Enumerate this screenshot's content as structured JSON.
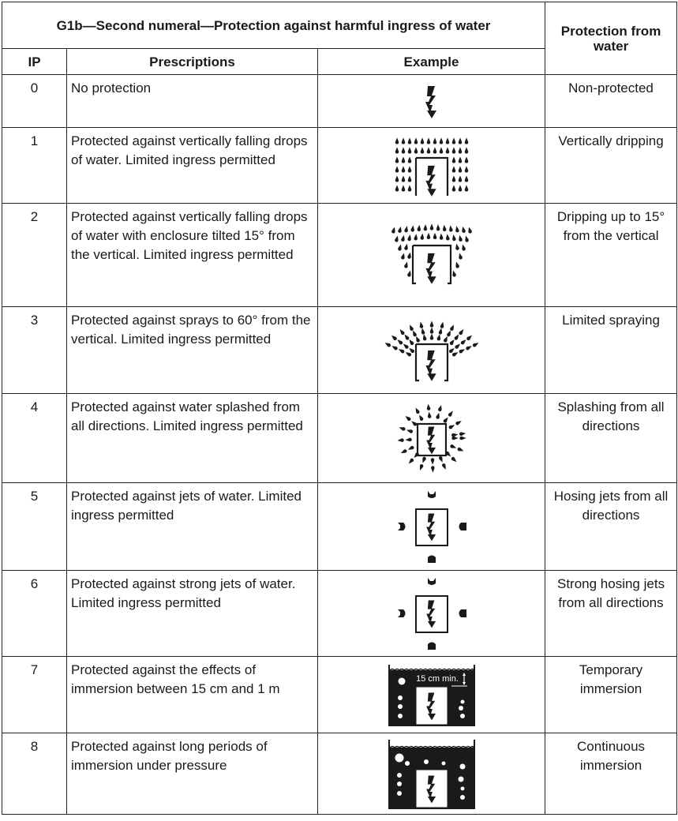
{
  "table": {
    "title": "G1b—Second numeral—Protection against harmful ingress of water",
    "col_ip": "IP",
    "col_prescriptions": "Prescriptions",
    "col_example": "Example",
    "col_protection": "Protection from water",
    "rows": [
      {
        "ip": "0",
        "prescription": "No protection",
        "protection": "Non-protected",
        "icon": "lightning-symbol-icon"
      },
      {
        "ip": "1",
        "prescription": "Protected against vertically falling drops of water. Limited ingress permitted",
        "protection": "Vertically dripping",
        "icon": "vertical-drops-icon"
      },
      {
        "ip": "2",
        "prescription": "Protected against vertically falling drops of water with enclosure tilted 15° from the vertical. Limited ingress permitted",
        "protection": "Dripping up to 15° from the vertical",
        "icon": "tilted-drops-icon"
      },
      {
        "ip": "3",
        "prescription": "Protected against sprays to 60° from the vertical. Limited ingress permitted",
        "protection": "Limited spraying",
        "icon": "spray-icon"
      },
      {
        "ip": "4",
        "prescription": "Protected against water splashed from all directions. Limited ingress permitted",
        "protection": "Splashing from all directions",
        "icon": "splash-icon"
      },
      {
        "ip": "5",
        "prescription": "Protected against jets of water. Limited ingress permitted",
        "protection": "Hosing jets from all directions",
        "icon": "jets-icon"
      },
      {
        "ip": "6",
        "prescription": "Protected against strong jets of water. Limited ingress permitted",
        "protection": "Strong hosing jets from all directions",
        "icon": "strong-jets-icon"
      },
      {
        "ip": "7",
        "prescription": "Protected against the effects of immersion between 15 cm and 1 m",
        "protection": "Temporary immersion",
        "icon": "temporary-immersion-icon",
        "icon_label": "15 cm min."
      },
      {
        "ip": "8",
        "prescription": "Protected against long periods of immersion under pressure",
        "protection": "Continuous immersion",
        "icon": "continuous-immersion-icon"
      }
    ]
  }
}
